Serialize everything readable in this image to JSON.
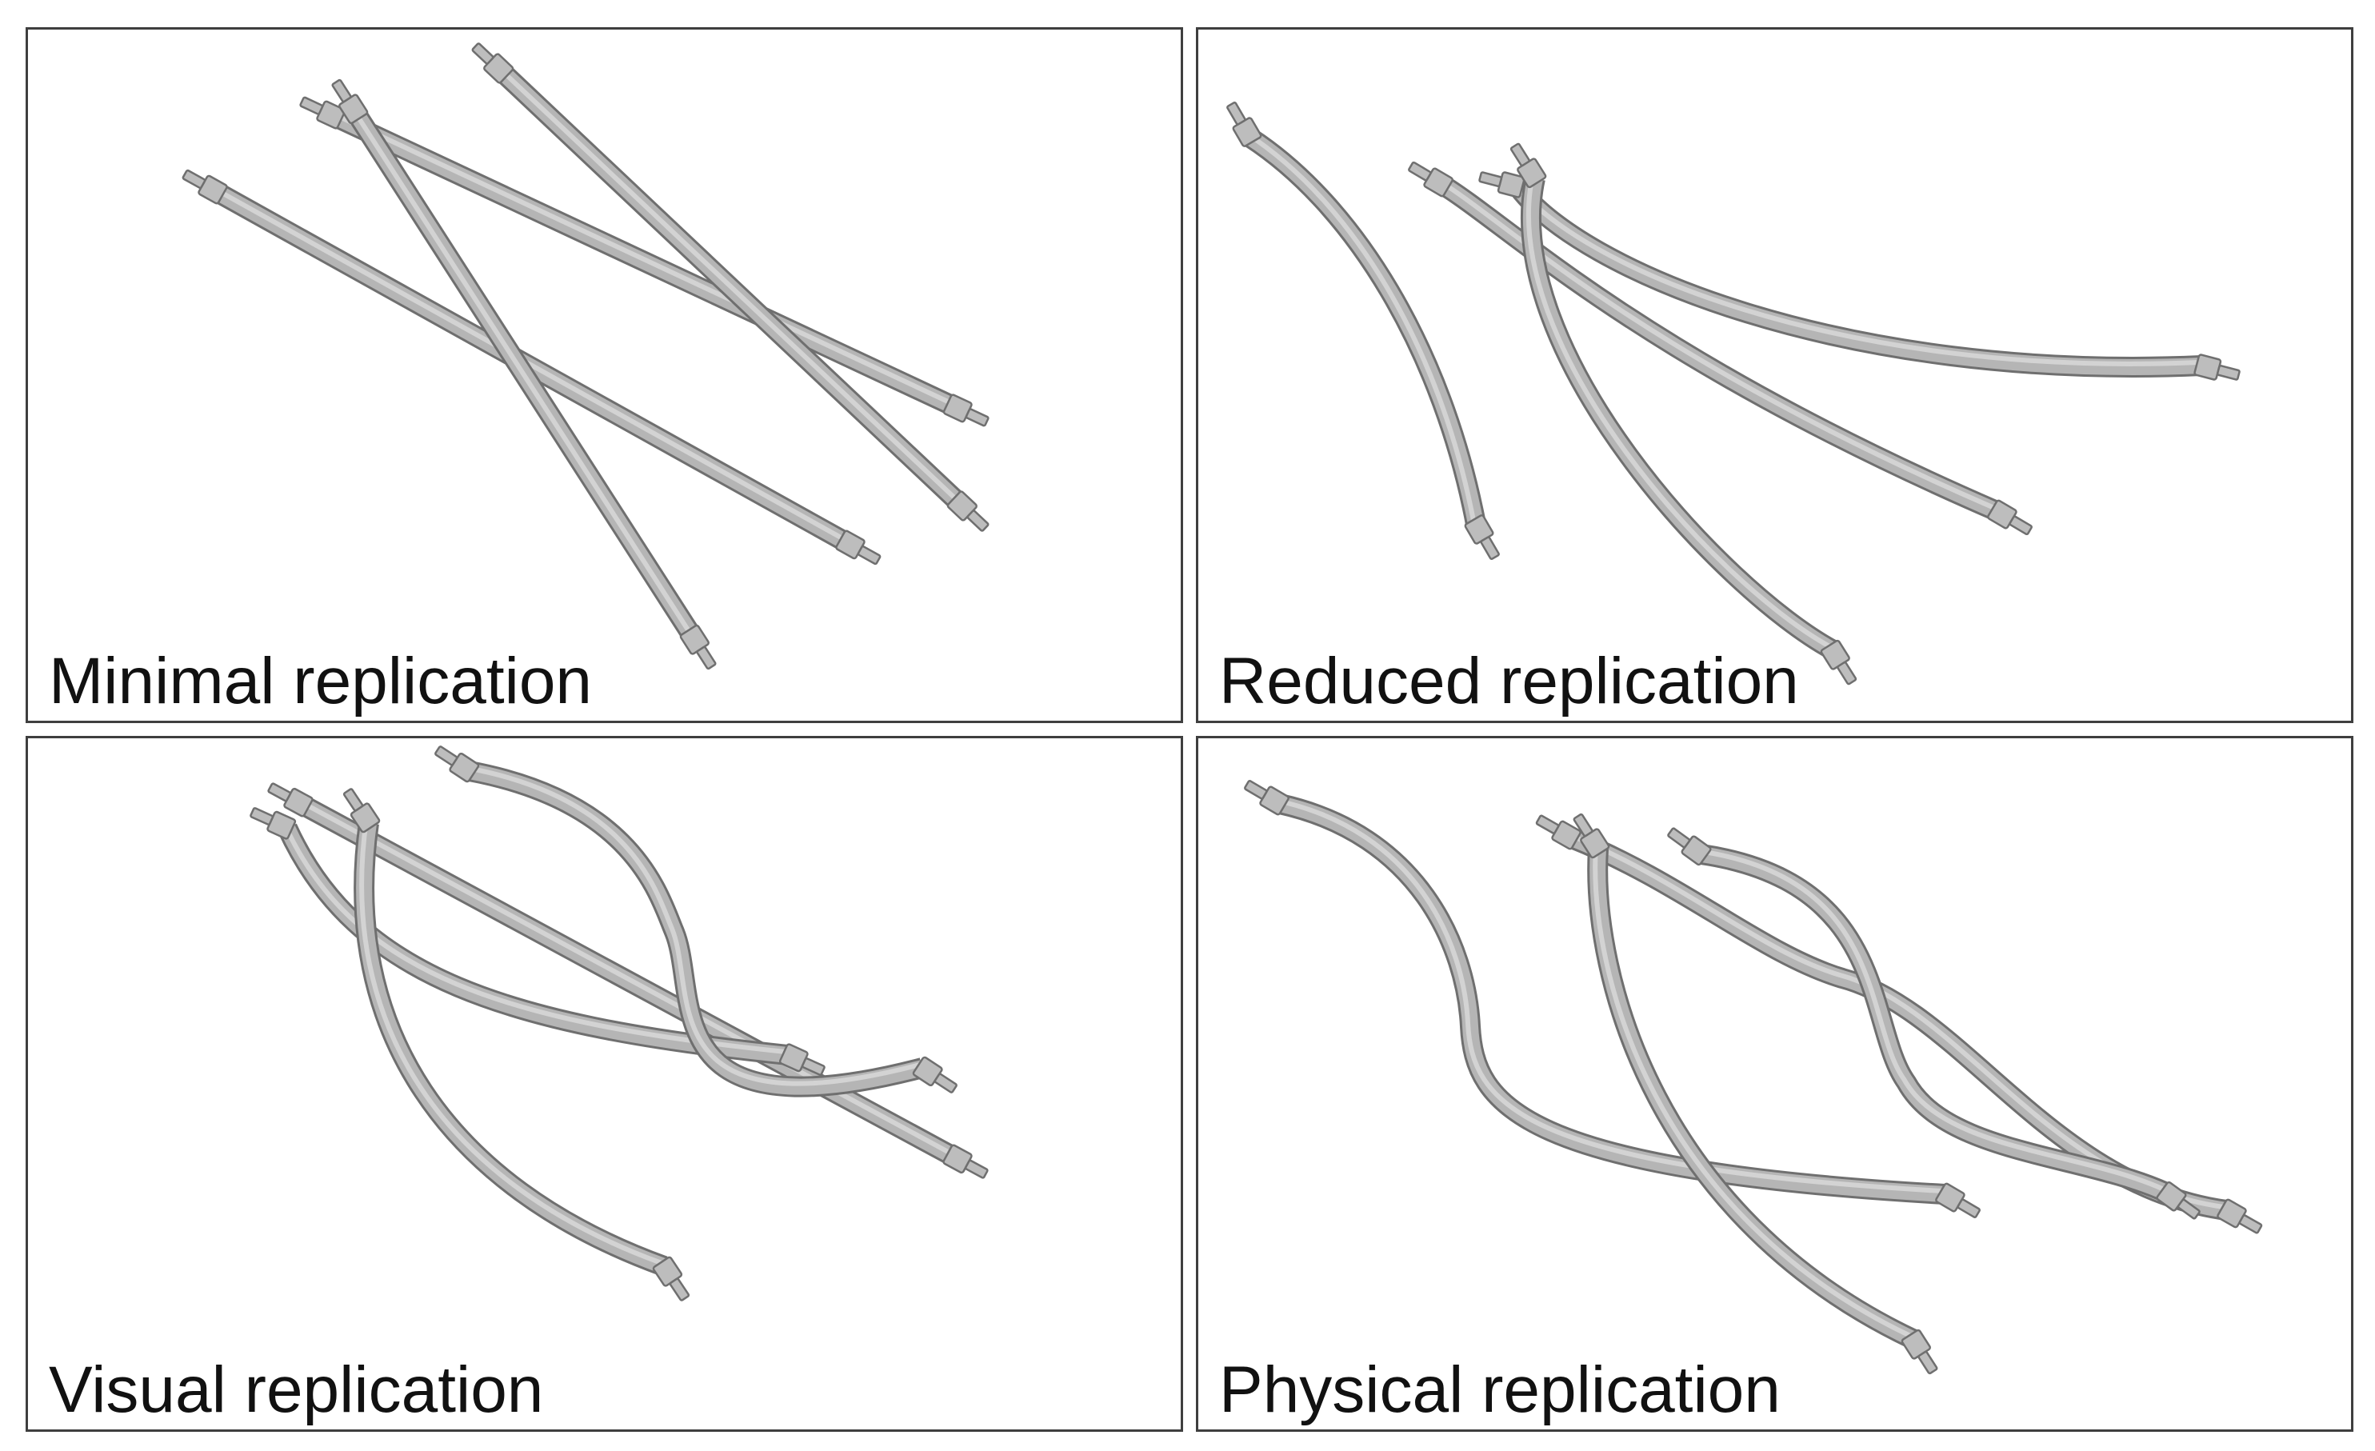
{
  "panels": [
    {
      "label": "Minimal replication"
    },
    {
      "label": "Reduced replication"
    },
    {
      "label": "Visual replication"
    },
    {
      "label": "Physical replication"
    }
  ],
  "colors": {
    "tube_outline": "#6f6f6f",
    "tube_body": "#b5b5b5",
    "tube_highlight": "#d3d3d3",
    "connector": "#bdbdbd",
    "panel_border": "#3f3f3f",
    "label_text": "#111111"
  }
}
